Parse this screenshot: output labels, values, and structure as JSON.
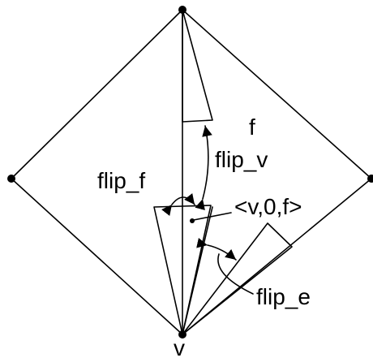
{
  "diagram": {
    "labels": {
      "face": "f",
      "flip_v": "flip_v",
      "flip_f": "flip_f",
      "dart": "<v,0,f>",
      "flip_e": "flip_e",
      "vertex": "v"
    },
    "colors": {
      "line": "#000000",
      "background": "#ffffff"
    }
  }
}
